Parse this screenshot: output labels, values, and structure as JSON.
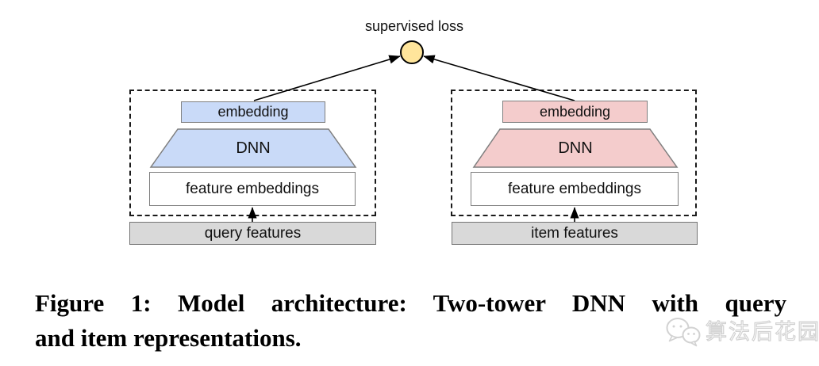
{
  "diagram": {
    "loss_label": "supervised loss",
    "towers": [
      {
        "id": "query-tower",
        "embedding_label": "embedding",
        "dnn_label": "DNN",
        "feature_label": "feature embeddings",
        "input_label": "query features"
      },
      {
        "id": "item-tower",
        "embedding_label": "embedding",
        "dnn_label": "DNN",
        "feature_label": "feature embeddings",
        "input_label": "item features"
      }
    ],
    "colors": {
      "query_tower_fill": "#c9daf8",
      "item_tower_fill": "#f4cccc",
      "loss_node_fill": "#ffe59b",
      "input_fill": "#d9d9d9",
      "box_border": "#7f7f7f",
      "line_color": "#000000"
    }
  },
  "caption": {
    "line1": "Figure 1: Model architecture: Two-tower DNN with query",
    "line2": "and item representations."
  },
  "watermark": {
    "text": "算法后花园"
  }
}
